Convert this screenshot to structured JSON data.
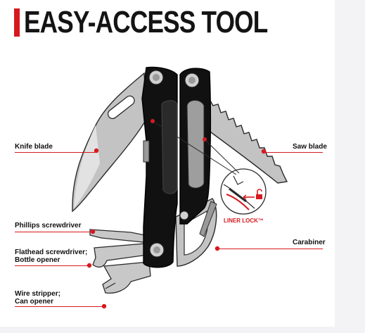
{
  "title": "EASY-ACCESS TOOL",
  "labels": {
    "knife_blade": "Knife blade",
    "saw_blade": "Saw blade",
    "phillips": "Phillips screwdriver",
    "flathead_line1": "Flathead screwdriver;",
    "flathead_line2": "Bottle opener",
    "carabiner": "Carabiner",
    "wire_line1": "Wire stripper;",
    "wire_line2": "Can opener",
    "liner_lock": "LINER LOCK™"
  },
  "colors": {
    "accent": "#d71920",
    "handle": "#111111",
    "metal": "#bfbfbf",
    "background": "#ffffff"
  },
  "icons": [
    "unlock-icon"
  ]
}
